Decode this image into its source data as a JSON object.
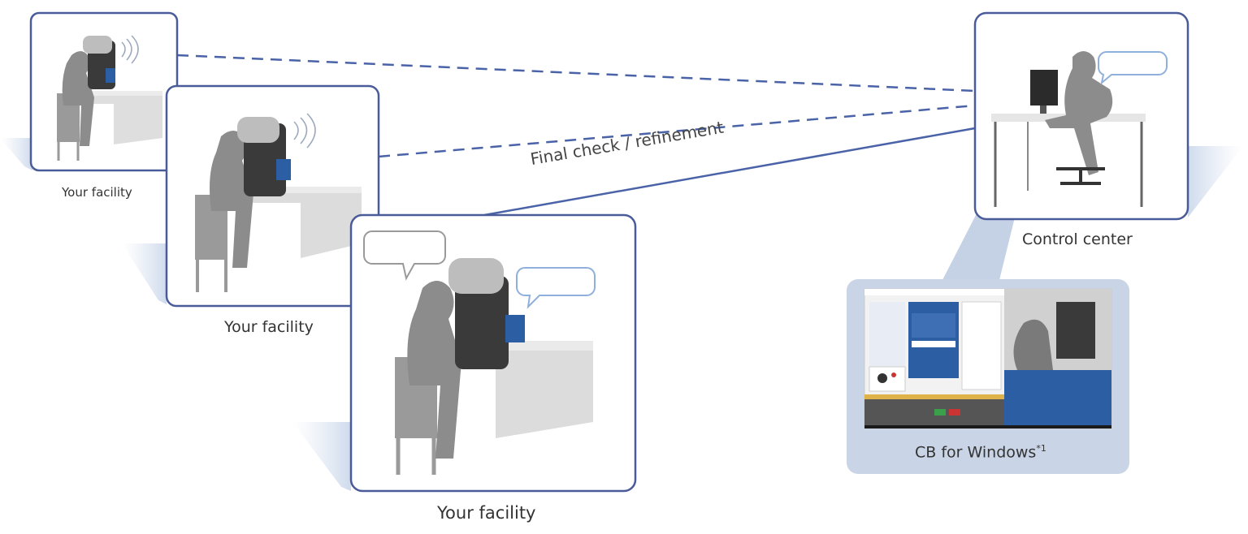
{
  "connection": {
    "label": "Final check / refinement"
  },
  "facilities": [
    {
      "caption": "Your facility"
    },
    {
      "caption": "Your facility"
    },
    {
      "caption": "Your facility"
    }
  ],
  "control_center": {
    "caption": "Control center"
  },
  "software": {
    "caption": "CB for Windows",
    "footnote": "*1"
  },
  "colors": {
    "frame_border": "#4a5b9a",
    "dashed_line": "#4a63a8",
    "silhouette": "#8c8c8c",
    "desk": "#dcdcdc",
    "panel_bg": "#c9d4e6",
    "speech_outline_blue": "#8fb0dc",
    "screen_blue": "#2c5ea4"
  }
}
